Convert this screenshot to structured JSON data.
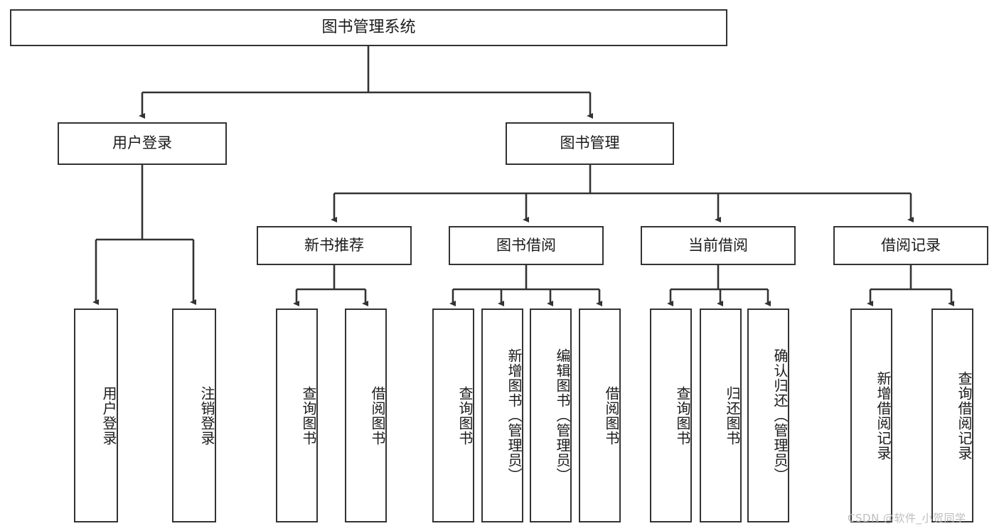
{
  "diagram": {
    "title": "图书管理系统",
    "type": "tree-hierarchy-diagram",
    "root": {
      "label": "图书管理系统"
    },
    "level2": [
      {
        "key": "user-login",
        "label": "用户登录"
      },
      {
        "key": "book-management",
        "label": "图书管理"
      }
    ],
    "level3": [
      {
        "key": "new-book-recommend",
        "label": "新书推荐"
      },
      {
        "key": "book-borrow",
        "label": "图书借阅"
      },
      {
        "key": "current-borrow",
        "label": "当前借阅"
      },
      {
        "key": "borrow-record",
        "label": "借阅记录"
      }
    ],
    "leaves": {
      "user_login": [
        {
          "key": "login",
          "label": "用户登录"
        },
        {
          "key": "logout",
          "label": "注销登录"
        }
      ],
      "new_book_recommend": [
        {
          "key": "query-book",
          "label": "查询图书"
        },
        {
          "key": "borrow-book",
          "label": "借阅图书"
        }
      ],
      "book_borrow": [
        {
          "key": "query-book",
          "label": "查询图书"
        },
        {
          "key": "add-book-admin",
          "label": "新增图书（管理员）"
        },
        {
          "key": "edit-book-admin",
          "label": "编辑图书（管理员）"
        },
        {
          "key": "borrow-book",
          "label": "借阅图书"
        }
      ],
      "current_borrow": [
        {
          "key": "query-book",
          "label": "查询图书"
        },
        {
          "key": "return-book",
          "label": "归还图书"
        },
        {
          "key": "confirm-return-admin",
          "label": "确认归还（管理员）"
        }
      ],
      "borrow_record": [
        {
          "key": "add-borrow-record",
          "label": "新增借阅记录"
        },
        {
          "key": "query-borrow-record",
          "label": "查询借阅记录"
        }
      ]
    }
  },
  "watermark": {
    "text": "CSDN @软件_小贺同学"
  },
  "colors": {
    "stroke": "#333333",
    "background": "#ffffff",
    "text": "#1b1b1b",
    "watermark": "#bdbdbd"
  }
}
